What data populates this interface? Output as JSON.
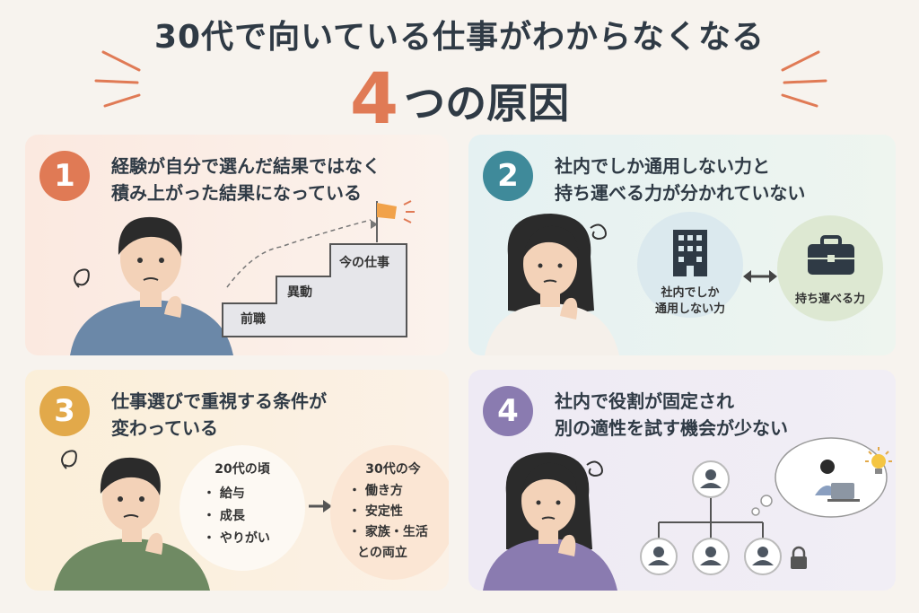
{
  "header": {
    "title_line1": "30代で向いている仕事がわからなくなる",
    "title_number": "4",
    "title_line2_rest": "つの原因"
  },
  "colors": {
    "accent_orange": "#e07a55",
    "teal": "#3f8a9a",
    "yellow": "#e2a94a",
    "purple": "#8a7bb0",
    "text": "#2f3a45"
  },
  "cards": [
    {
      "number": "1",
      "title_lines": [
        "経験が自分で選んだ結果ではなく",
        "積み上がった結果になっている"
      ],
      "stairs": [
        "前職",
        "異動",
        "今の仕事"
      ],
      "icons": [
        "confused-man",
        "goal-flag-icon"
      ]
    },
    {
      "number": "2",
      "title_lines": [
        "社内でしか通用しない力と",
        "持ち運べる力が分かれていない"
      ],
      "left_circle": {
        "icon": "office-building-icon",
        "lines": [
          "社内でしか",
          "通用しない力"
        ]
      },
      "right_circle": {
        "icon": "briefcase-icon",
        "label": "持ち運べる力"
      },
      "arrow_icon": "double-arrow-icon"
    },
    {
      "number": "3",
      "title_lines": [
        "仕事選びで重視する条件が",
        "変わっている"
      ],
      "before": {
        "title": "20代の頃",
        "items": [
          "・ 給与",
          "・ 成長",
          "・ やりがい"
        ]
      },
      "after": {
        "title": "30代の今",
        "items": [
          "・ 働き方",
          "・ 安定性",
          "・ 家族・生活",
          "との両立"
        ]
      }
    },
    {
      "number": "4",
      "title_lines": [
        "社内で役割が固定され",
        "別の適性を試す機会が少ない"
      ],
      "icons": [
        "org-chart-icon",
        "lock-icon",
        "lightbulb-icon",
        "thought-bubble-icon"
      ]
    }
  ]
}
